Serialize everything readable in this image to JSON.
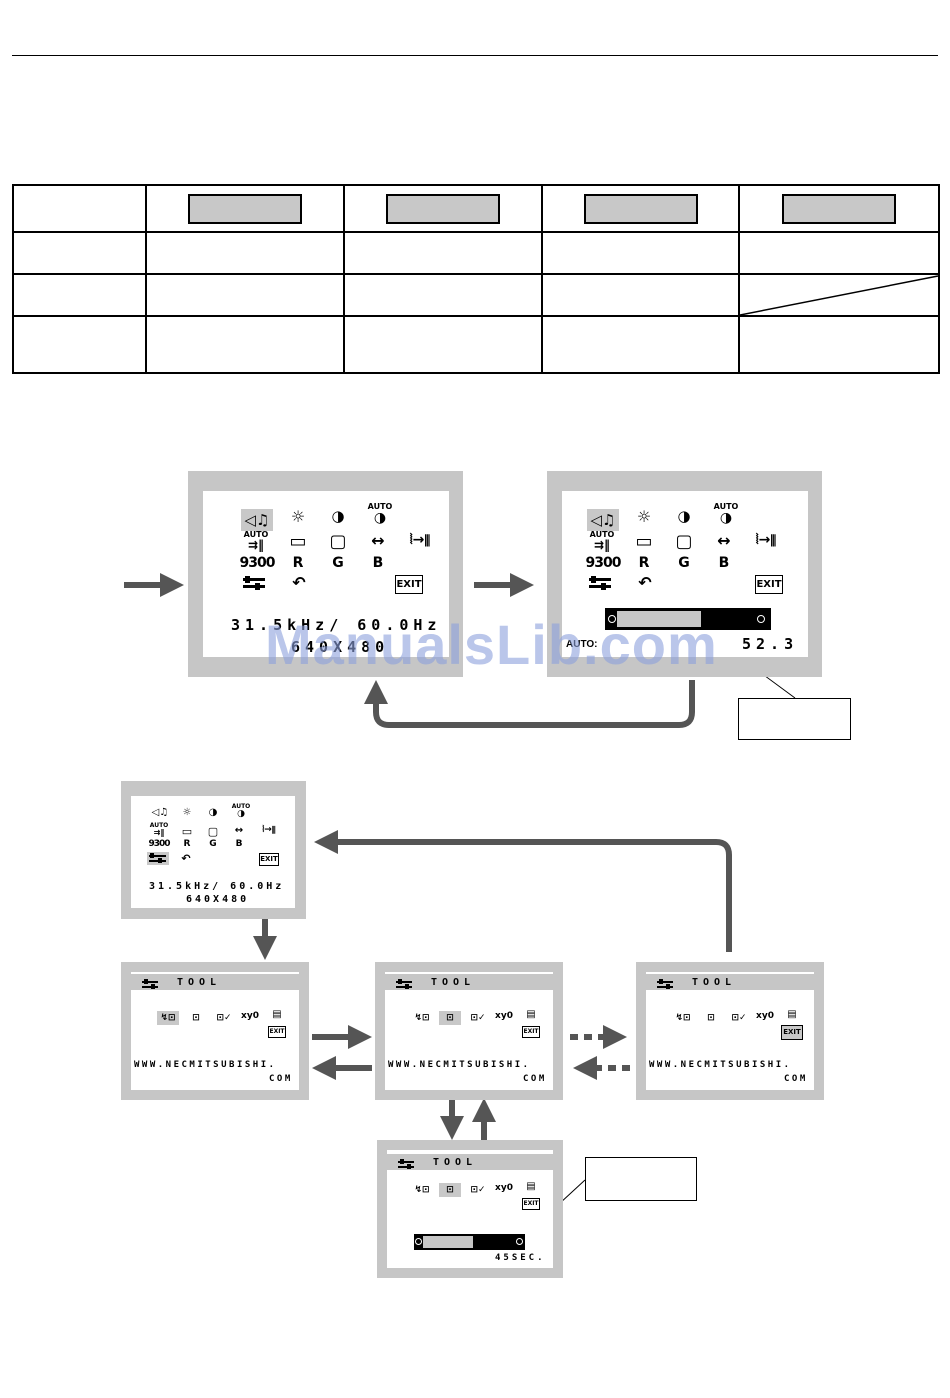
{
  "osd_main": {
    "icons_row1": [
      "◁♫",
      "☼",
      "◑",
      "AUTO◑"
    ],
    "icons_row2": [
      "AUTO⇉",
      "▭",
      "▢",
      "↔",
      "⦚→⦀"
    ],
    "icons_row3": [
      "9300",
      "R",
      "G",
      "B"
    ],
    "icons_row4": [
      "tool-icon",
      "↶",
      "EXIT"
    ],
    "freq": "31.5kHz/ 60.0Hz",
    "resolution": "640X480"
  },
  "osd_adjust": {
    "bar_label": "AUTO:",
    "value": "52.3"
  },
  "osd_small": {
    "freq": "31.5kHz/ 60.0Hz",
    "resolution": "640X480"
  },
  "tool_menu": {
    "title": "TOOL",
    "icons": [
      "↯⊡",
      "⊡",
      "⊡✓",
      "xy0",
      "▤"
    ],
    "exit": "EXIT",
    "url_line1": "WWW.NECMITSUBISHI.",
    "url_line2": "COM",
    "timer": "45SEC."
  },
  "watermark": "ManualsLib.com"
}
